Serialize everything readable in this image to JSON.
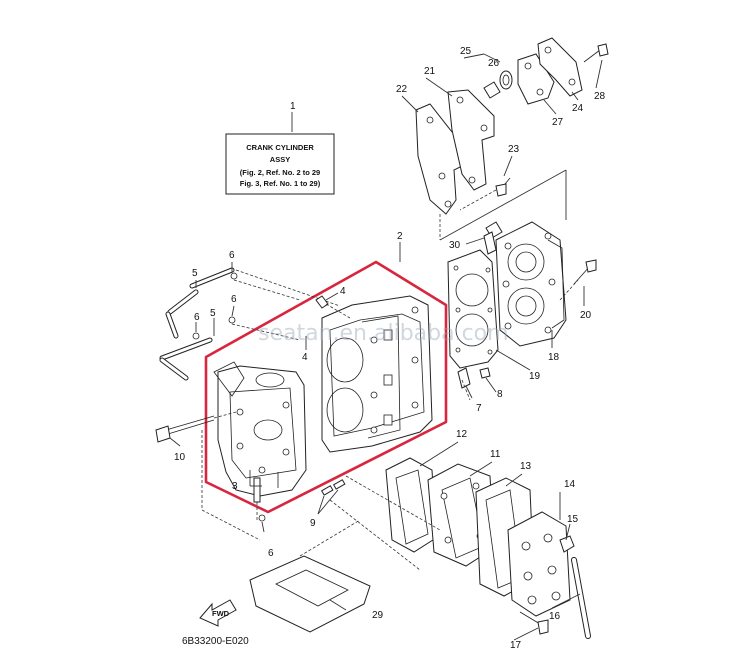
{
  "label_box": {
    "line1": "CRANK CYLINDER",
    "line2": "ASSY",
    "line3": "(Fig. 2, Ref. No. 2 to 29",
    "line4": "Fig. 3, Ref. No. 1 to 29)"
  },
  "watermark": "seatan.en.alibaba.com",
  "fwd_label": "FWD",
  "diagram_code": "6B33200-E020",
  "highlight_color": "#d7263d",
  "callouts": [
    "1",
    "2",
    "3",
    "4",
    "4",
    "5",
    "5",
    "6",
    "6",
    "6",
    "6",
    "7",
    "8",
    "9",
    "10",
    "11",
    "12",
    "13",
    "14",
    "15",
    "16",
    "17",
    "18",
    "19",
    "20",
    "21",
    "22",
    "23",
    "24",
    "25",
    "26",
    "27",
    "28",
    "29",
    "30"
  ]
}
